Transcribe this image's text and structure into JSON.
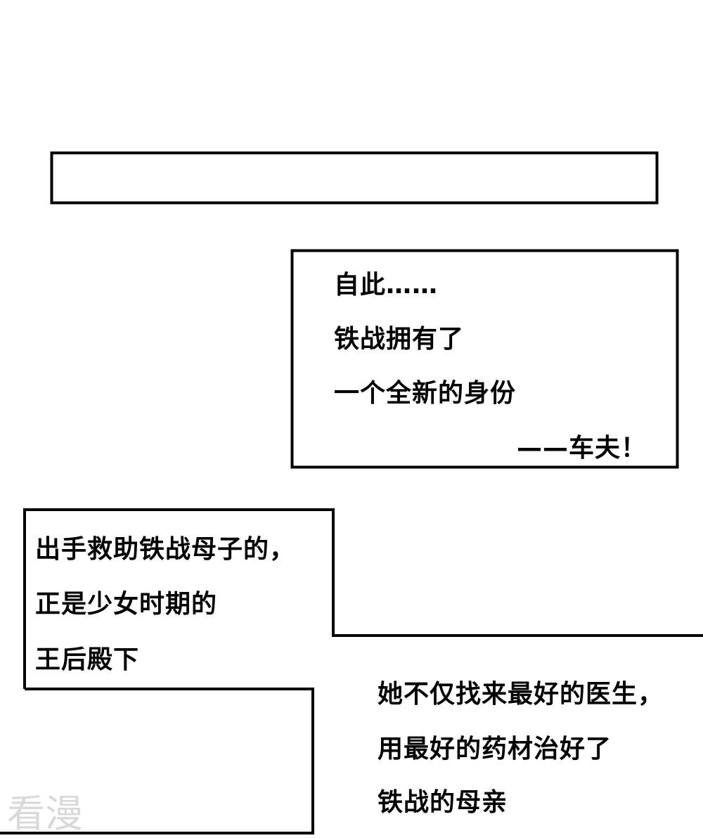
{
  "caption_box_2": {
    "lines": [
      "自此……",
      "铁战拥有了",
      "一个全新的身份"
    ],
    "signature": "——车夫！"
  },
  "caption_box_3": {
    "lines": [
      "出手救助铁战母子的，",
      "正是少女时期的",
      "王后殿下"
    ]
  },
  "narration_4": {
    "lines": [
      "她不仅找来最好的医生，",
      "用最好的药材治好了",
      "铁战的母亲"
    ]
  },
  "watermark": "看漫",
  "colors": {
    "ink": "#000000",
    "paper": "#ffffff",
    "watermark": "#d9d9d9"
  }
}
